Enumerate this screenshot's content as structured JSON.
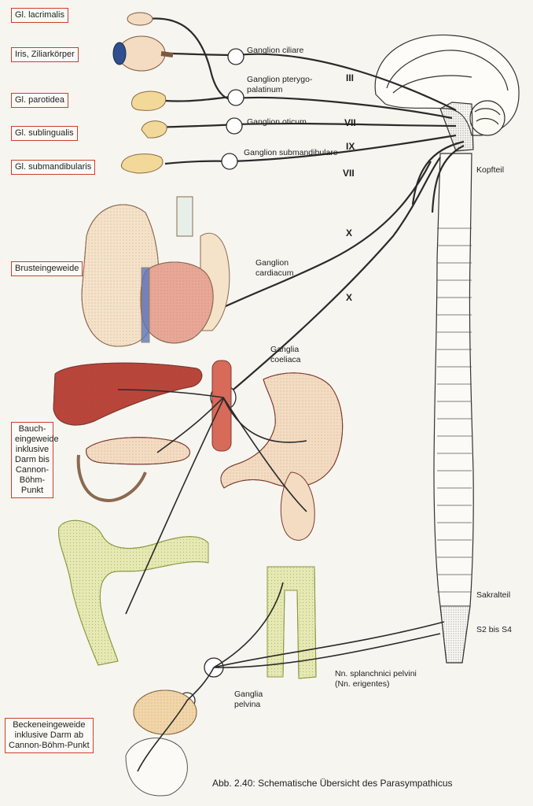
{
  "left_tags": {
    "lacrimalis": "Gl. lacrimalis",
    "iris": "Iris, Ziliarkörper",
    "parotidea": "Gl. parotidea",
    "sublingualis": "Gl. sublingualis",
    "submandibularis": "Gl. submandibularis",
    "brust": "Brusteingeweide",
    "bauch": "Bauch-\neingeweide\ninklusive\nDarm bis\nCannon-\nBöhm-\nPunkt",
    "becken": "Beckeneingeweide\ninklusive Darm ab\nCannon-Böhm-Punkt"
  },
  "labels": {
    "ganglion_ciliare": "Ganglion ciliare",
    "ganglion_ptery": "Ganglion pterygo-\npalatinum",
    "ganglion_oticum": "Ganglion oticum",
    "ganglion_submand": "Ganglion submandibulare",
    "ganglion_cardiacum": "Ganglion\ncardiacum",
    "ganglia_coeliaca": "Ganglia\ncoeliaca",
    "ganglia_pelvina": "Ganglia\npelvina",
    "kopfteil": "Kopfteil",
    "sakralteil": "Sakralteil",
    "s2s4": "S2 bis S4",
    "nn_splanchnici": "Nn. splanchnici pelvini\n(Nn. erigentes)"
  },
  "nerves": {
    "III": "III",
    "VII_a": "VII",
    "IX": "IX",
    "VII_b": "VII",
    "X_a": "X",
    "X_b": "X"
  },
  "caption": {
    "abb": "Abb. 2.40:",
    "text": "Schematische Übersicht des Parasympathicus"
  },
  "colors": {
    "tag_border": "#c8402e",
    "nerve": "#2a2a2a",
    "organ_skin": "#f3dcc2",
    "lung": "#f4e2c9",
    "heart": "#e8a797",
    "liver": "#b9443a",
    "intestine": "#e6e9b3",
    "spine": "#fbfaf6",
    "aorta": "#d86a5a"
  }
}
